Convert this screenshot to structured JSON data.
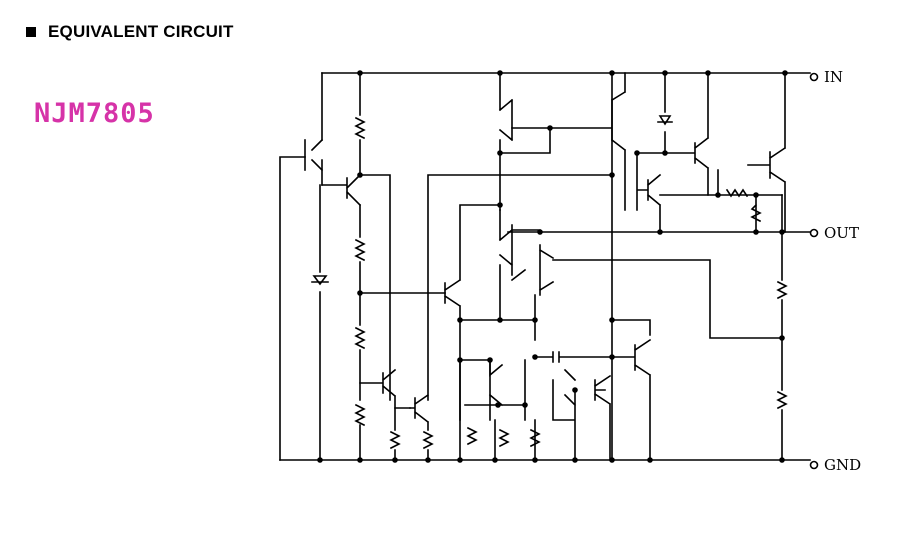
{
  "header": {
    "bullet": "■",
    "title": "EQUIVALENT CIRCUIT"
  },
  "part_number": {
    "text": "NJM7805",
    "color": "#d633a8"
  },
  "pins": {
    "in": "IN",
    "out": "OUT",
    "gnd": "GND"
  },
  "colors": {
    "line": "#000000",
    "background": "#ffffff"
  }
}
